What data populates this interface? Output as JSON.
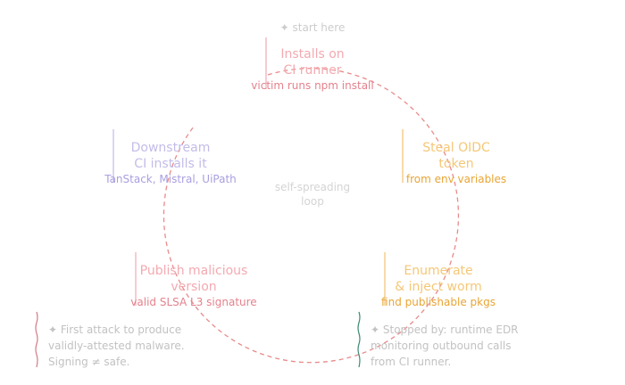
{
  "start_label": "✦ start here",
  "center_label": [
    "self-spreading",
    "loop"
  ],
  "steps": [
    {
      "id": "installs",
      "title": [
        "Installs on",
        "CI runner"
      ],
      "subtitle": "victim runs npm install",
      "title_color": "#f3aab1",
      "subtitle_color": "#e4828d",
      "bar_color": "#ee9aa4"
    },
    {
      "id": "steal",
      "title": [
        "Steal OIDC",
        "token"
      ],
      "subtitle": "from env variables",
      "title_color": "#f5c777",
      "subtitle_color": "#e8a535",
      "bar_color": "#f0b654"
    },
    {
      "id": "enumerate",
      "title": [
        "Enumerate",
        "& inject worm"
      ],
      "subtitle": "find publishable pkgs",
      "title_color": "#f5c777",
      "subtitle_color": "#e8a535",
      "bar_color": "#f0b654"
    },
    {
      "id": "publish",
      "title": [
        "Publish malicious",
        "version"
      ],
      "subtitle": "valid SLSA L3 signature",
      "title_color": "#f3aab1",
      "subtitle_color": "#e4828d",
      "bar_color": "#ee9aa4"
    },
    {
      "id": "downstream",
      "title": [
        "Downstream",
        "CI installs it"
      ],
      "subtitle": "TanStack, Mistral, UiPath",
      "title_color": "#c2bde9",
      "subtitle_color": "#a8a0e0",
      "bar_color": "#b6aee6"
    }
  ],
  "notes": [
    {
      "id": "first-attack",
      "lines": [
        "✦ First attack to produce",
        "validly-attested malware.",
        "Signing ≠ safe."
      ],
      "bar_color": "#d27a86"
    },
    {
      "id": "stopped-by",
      "lines": [
        "✦ Stopped by: runtime EDR",
        "monitoring outbound calls",
        "from CI runner."
      ],
      "bar_color": "#3c8a72"
    }
  ],
  "colors": {
    "loop_dash": "#e98a8a",
    "start": "#cccccc",
    "center": "#d4d4d4"
  }
}
